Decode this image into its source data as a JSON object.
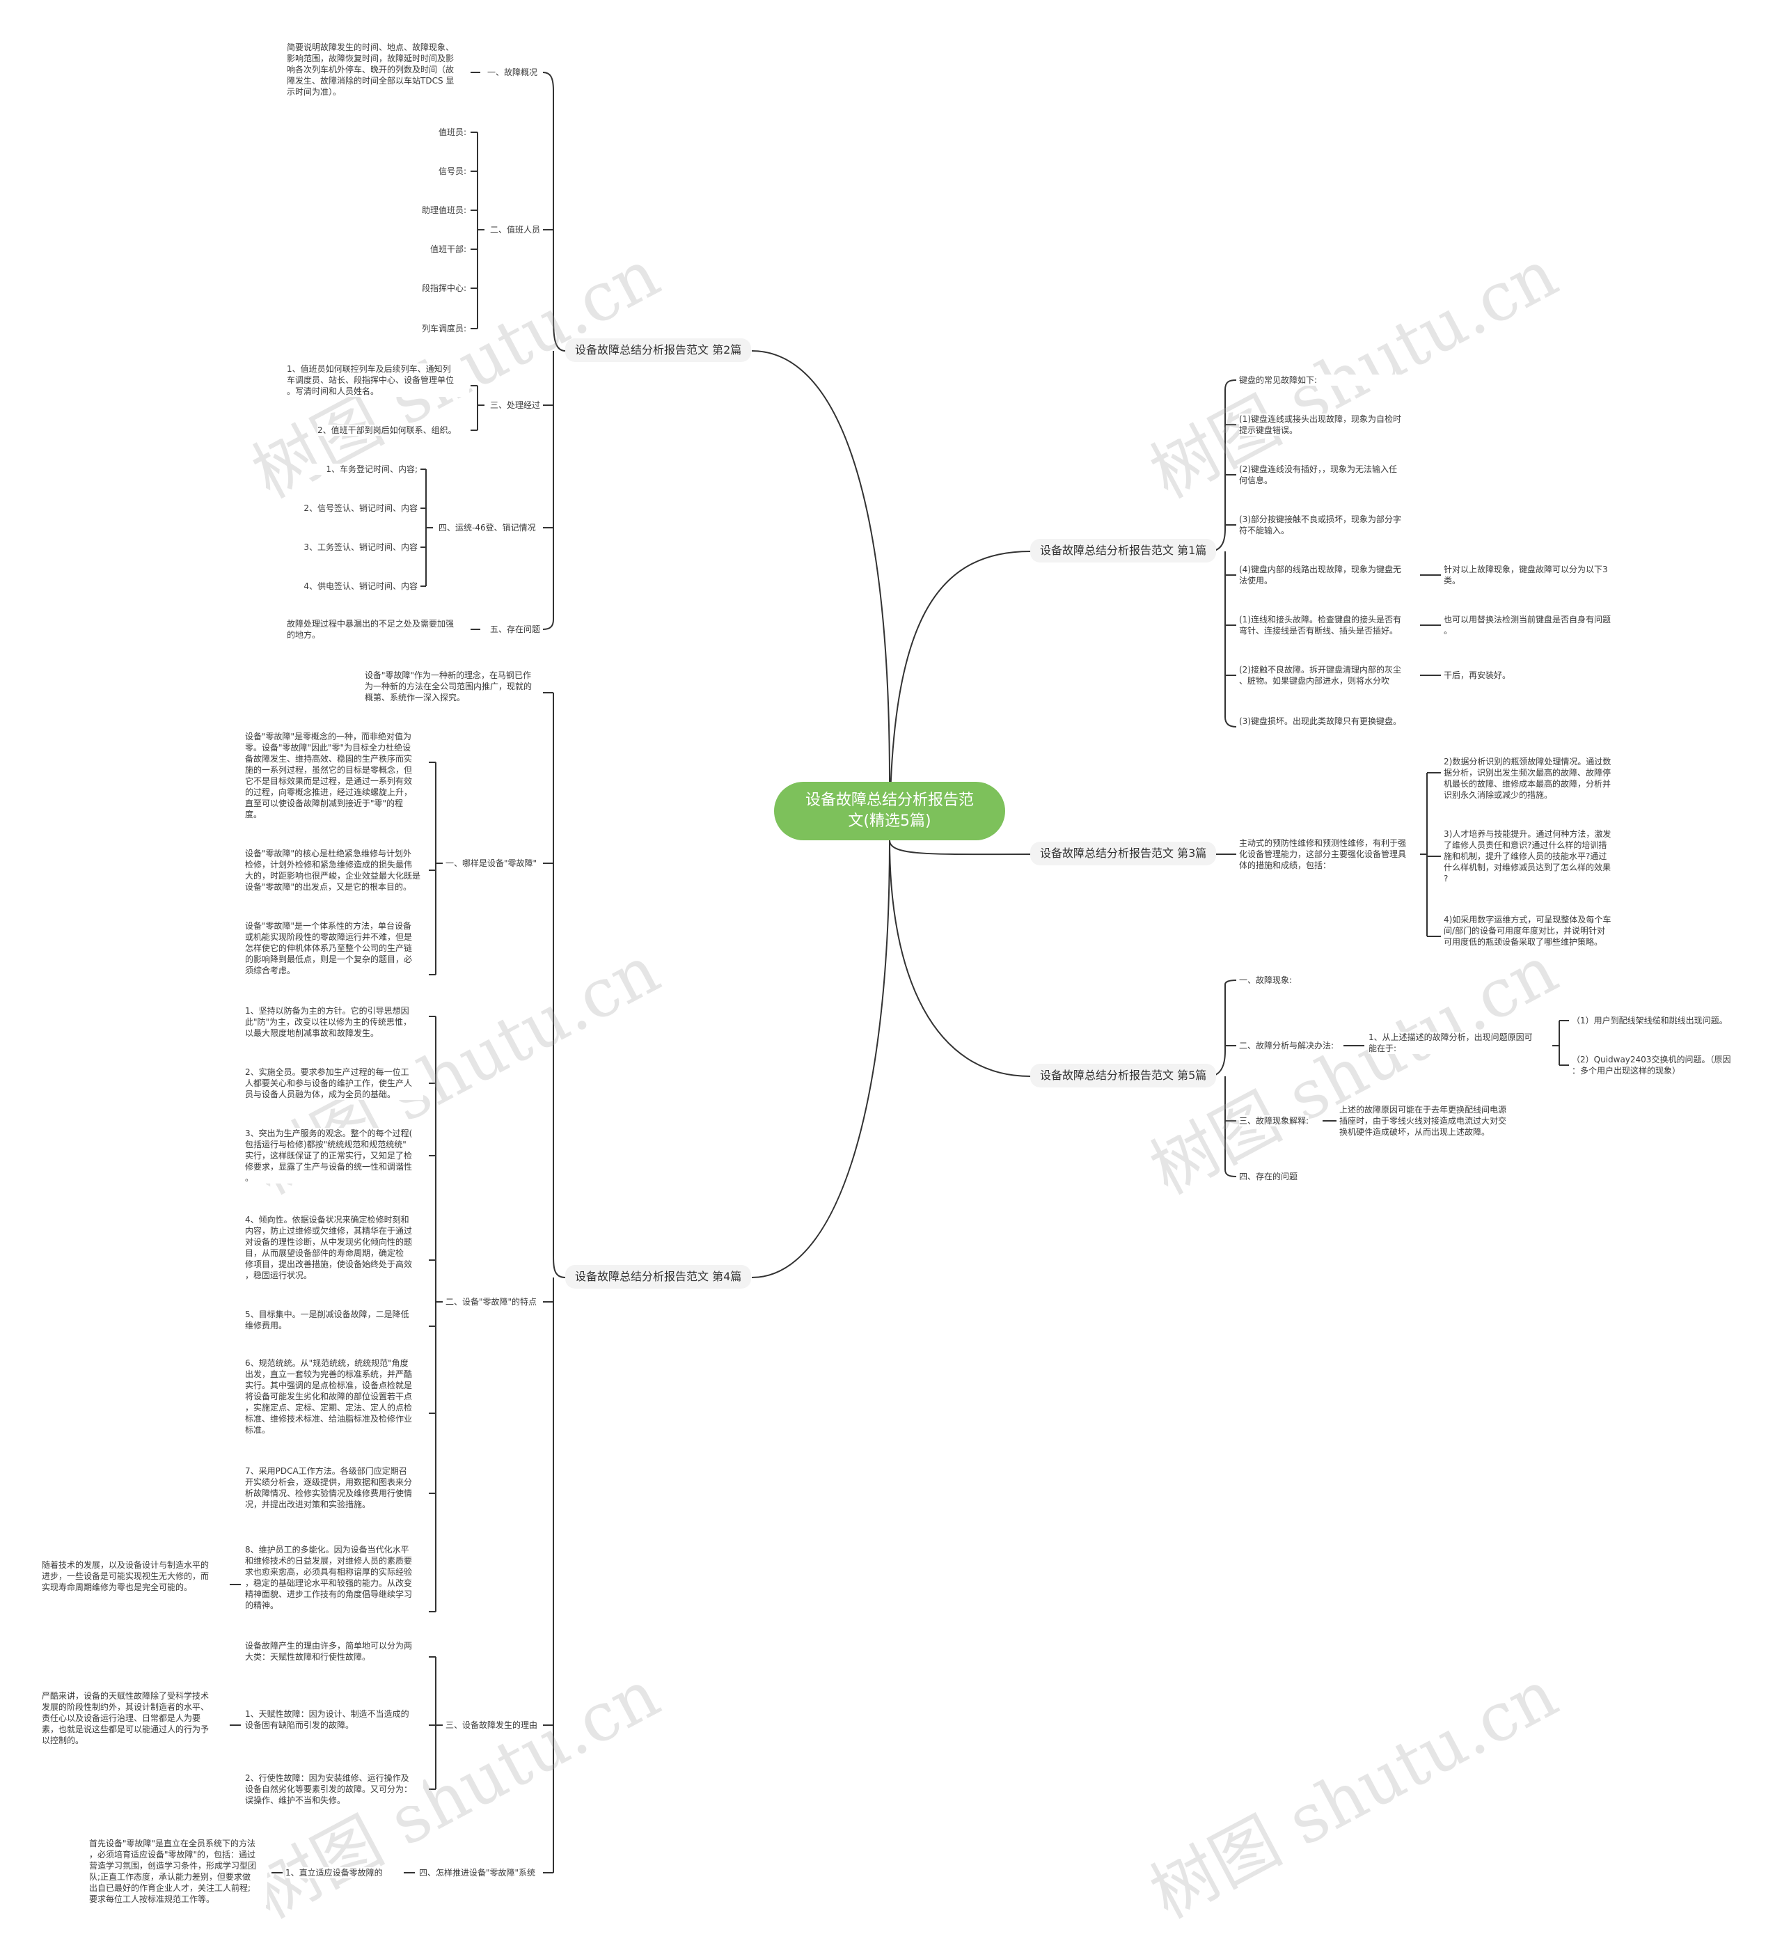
{
  "root": "设备故障总结分析报告范\n文(精选5篇)",
  "branches": {
    "b2": "设备故障总结分析报告范文 第2篇",
    "b1": "设备故障总结分析报告范文 第1篇",
    "b3": "设备故障总结分析报告范文 第3篇",
    "b5": "设备故障总结分析报告范文 第5篇",
    "b4": "设备故障总结分析报告范文 第4篇"
  },
  "b2": {
    "s1": "一、故障概况",
    "s1_desc": "简要说明故障发生的时间、地点、故障现象、\n影响范围，故障恢复时间，故障延时时间及影\n响各次列车机外停车、晚开的列数及时间（故\n障发生、故障消除的时间全部以车站TDCS 显\n示时间为准）。",
    "s2": "二、值班人员",
    "s2_items": [
      "值班员:",
      "信号员:",
      "助理值班员:",
      "值班干部:",
      "段指挥中心:",
      "列车调度员:"
    ],
    "s3": "三、处理经过",
    "s3_items": [
      "1、值班员如何联控列车及后续列车、通知列\n车调度员、站长、段指挥中心、设备管理单位\n。写清时间和人员姓名。",
      "2、值班干部到岗后如何联系、组织。"
    ],
    "s4": "四、运统-46登、销记情况",
    "s4_items": [
      "1、车务登记时间、内容;",
      "2、信号签认、销记时间、内容",
      "3、工务签认、销记时间、内容",
      "4、供电签认、销记时间、内容"
    ],
    "s5": "五、存在问题",
    "s5_desc": "故障处理过程中暴漏出的不足之处及需要加强\n的地方。"
  },
  "b1": {
    "items": [
      "键盘的常见故障如下:",
      "(1)键盘连线或接头出现故障，现象为自检时\n提示键盘错误。",
      "(2)键盘连线没有插好，，现象为无法输入任\n何信息。",
      "(3)部分按键接触不良或损坏，现象为部分字\n符不能输入。",
      "(4)键盘内部的线路出现故障，现象为键盘无\n法使用。",
      "(1)连线和接头故障。检查键盘的接头是否有\n弯针、连接线是否有断线、插头是否插好。",
      "(2)接触不良故障。拆开键盘清理内部的灰尘\n、脏物。如果键盘内部进水，则将水分吹",
      "(3)键盘损坏。出现此类故障只有更换键盘。"
    ],
    "sub4": "针对以上故障现象，键盘故障可以分为以下3\n类。",
    "sub5": "也可以用替换法检测当前键盘是否自身有问题\n。",
    "sub6": "干后，再安装好。"
  },
  "b3": {
    "main": "主动式的预防性维修和预测性维修，有利于强\n化设备管理能力，这部分主要强化设备管理具\n体的措施和成绩，包括：",
    "items": [
      "2)数据分析识别的瓶颈故障处理情况。通过数\n据分析，识别出发生频次最高的故障、故障停\n机最长的故障、维修成本最高的故障，分析并\n识别永久消除或减少的措施。",
      "3)人才培养与技能提升。通过何种方法，激发\n了维修人员责任和意识?通过什么样的培训措\n施和机制，提升了维修人员的技能水平?通过\n什么样机制，对维修减员达到了怎么样的效果\n?",
      "4)如采用数字运维方式，可呈现整体及每个车\n间/部门的设备可用度年度对比，并说明针对\n可用度低的瓶颈设备采取了哪些维护策略。"
    ]
  },
  "b5": {
    "s1": "一、故障现象:",
    "s2": "二、故障分析与解决办法:",
    "s2_child": "1、从上述描述的故障分析，出现问题原因可\n能在于:",
    "s2_grand": [
      "（1）用户到配线架线缆和跳线出现问题。",
      "（2）Quidway2403交换机的问题。（原因\n：多个用户出现这样的现象）"
    ],
    "s3": "三、故障现象解释:",
    "s3_desc": "上述的故障原因可能在于去年更换配线间电源\n插座时，由于零线火线对接造成电流过大对交\n换机硬件造成破坏，从而出现上述故障。",
    "s4": "四、存在的问题"
  },
  "b4": {
    "intro": "设备\"零故障\"作为一种新的理念，在马钢已作\n为一种新的方法在全公司范围内推广，现就的\n概第、系统作一深入探究。",
    "s1": "一、哪样是设备\"零故障\"",
    "s1_items": [
      "设备\"零故障\"是零概念的一种，而非绝对值为\n零。设备\"零故障\"因此\"零\"为目标全力杜绝设\n备故障发生、维持高效、稳固的生产秩序而实\n施的一系列过程，虽然它的目标是零概念，但\n它不是目标效果而是过程，是通过一系列有效\n的过程，向零概念推进，经过连续螺旋上升，\n直至可以使设备故障削减到接近于\"零\"的程\n度。",
      "设备\"零故障\"的核心是杜绝紧急维修与计划外\n检修，计划外检修和紧急维修造成的损失最伟\n大的，时距影响也很严峻，企业效益最大化既是\n设备\"零故障\"的出发点，又是它的根本目的。",
      "设备\"零故障\"是一个体系性的方法，单台设备\n或机能实现阶段性的零故障运行并不难，但是\n怎样使它的伸机体体系乃至整个公司的生产链\n的影响降到最低点，则是一个复杂的题目，必\n须综合考虑。"
    ],
    "s2": "二、设备\"零故障\"的特点",
    "s2_items": [
      "1、坚持以防备为主的方针。它的引导思想因\n此\"防\"为主，改变以往以修为主的传统思惟，\n以最大限度地削减事故和故障发生。",
      "2、实施全员。要求参加生产过程的每一位工\n人都要关心和参与设备的维护工作，使生产人\n员与设备人员融为体，成为全员的基础。",
      "3、突出为生产服务的观念。整个的每个过程(\n包括运行与检修)都按\"统统规范和规范统统\"\n实行，这样既保证了的正常实行，又知足了检\n修要求，显露了生产与设备的统一性和调谐性\n。",
      "4、倾向性。依据设备状况来确定检修时刻和\n内容，防止过维修或欠维修，其精华在于通过\n对设备的理性诊断，从中发现劣化倾向性的题\n目，从而展望设备部件的寿命周期，确定检\n修项目，提出改善措施，使设备始终处于高效\n，稳固运行状况。",
      "5、目标集中。一是削减设备故障，二是降低\n维修费用。",
      "6、规范统统。从\"规范统统，统统规范\"角度\n出发，直立一套较为完善的标准系统，并严酷\n实行。其中强调的是点检标准，设备点检就是\n将设备可能发生劣化和故障的部位设置若干点\n，实施定点、定标、定期、定法、定人的点检\n标准、维修技术标准、给油脂标准及检修作业\n标准。",
      "7、采用PDCA工作方法。各级部门应定期召\n开实绩分析会，逐级提供，用数据和图表来分\n析故障情况、检修实验情况及维修费用行使情\n况，并提出改进对策和实验措施。",
      "8、维护员工的多能化。因为设备当代化水平\n和维修技术的日益发展，对维修人员的素质要\n求也愈来愈高，必须具有相称谙厚的实际经验\n，稳定的基础理论水平和较强的能力。从改变\n精神面貌、进步工作技有的角度倡导继续学习\n的精神。"
    ],
    "s2_side": "随着技术的发展，以及设备设计与制造水平的\n进步，一些设备是可能实现视生无大修的，而\n实现寿命周期维修为零也是完全可能的。",
    "s3": "三、设备故障发生的理由",
    "s3_items": [
      "设备故障产生的理由许多，简单地可以分为两\n大类：天赋性故障和行使性故障。",
      "1、天赋性故障：因为设计、制造不当造成的\n设备固有缺陷而引发的故障。",
      "2、行使性故障：因为安装维修、运行操作及\n设备自然劣化等要素引发的故障。又可分为：\n误操作、维护不当和失修。"
    ],
    "s3_side": "严酷来讲，设备的天赋性故障除了受科学技术\n发展的阶段性制约外，其设计制造者的水平、\n责任心以及设备运行治理、日常都是人为要\n素，也就是说这些都是可以能通过人的行为予\n以控制的。",
    "s4": "四、怎样推进设备\"零故障\"系统",
    "s4_child": "1、直立适应设备零故障的",
    "s4_desc": "首先设备\"零故障\"是直立在全员系统下的方法\n，必须培育适应设备\"零故障\"的，包括：通过\n营造学习氛围，创造学习条件，形成学习型团\n队;正直工作态度，承认能力差别，但要求做\n出自已最好的作育企业人才，关注工人前程;\n要求每位工人按标准规范工作等。"
  },
  "watermark": "树图 shutu.cn",
  "colors": {
    "root_fill": "#7dc15b",
    "branch_fill": "#f3f3f3",
    "line": "#333333"
  }
}
